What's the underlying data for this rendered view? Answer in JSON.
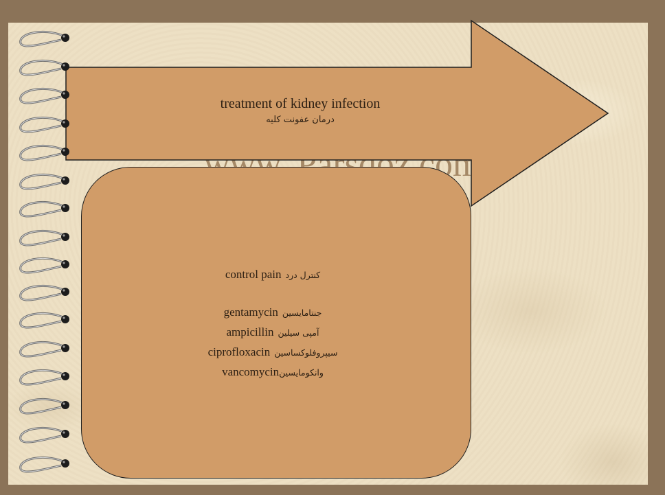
{
  "slide": {
    "watermark": "www. Parsdoz.com",
    "arrow": {
      "line_en": "treatment of kidney infection",
      "line_fa": "درمان عفونت کلیه"
    },
    "box": {
      "heading": {
        "en": "control pain",
        "fa": "کنترل درد"
      },
      "drugs": [
        {
          "en": "gentamycin",
          "fa": "جنتامایسین"
        },
        {
          "en": "ampicillin",
          "fa": "آمپی سیلین"
        },
        {
          "en": "ciprofloxacin",
          "fa": "سیپروفلوکساسین"
        },
        {
          "en": "vancomycin",
          "fa": "وانکومایسین"
        }
      ]
    }
  },
  "colors": {
    "frame": "#8b7358",
    "paper": "#ede0c4",
    "shape_fill": "#d19c68",
    "shape_stroke": "#1f1f1f",
    "text": "#2b1e12",
    "ring": "#707070",
    "ring_highlight": "#d8d8d8",
    "hole": "#1c1c1c"
  }
}
